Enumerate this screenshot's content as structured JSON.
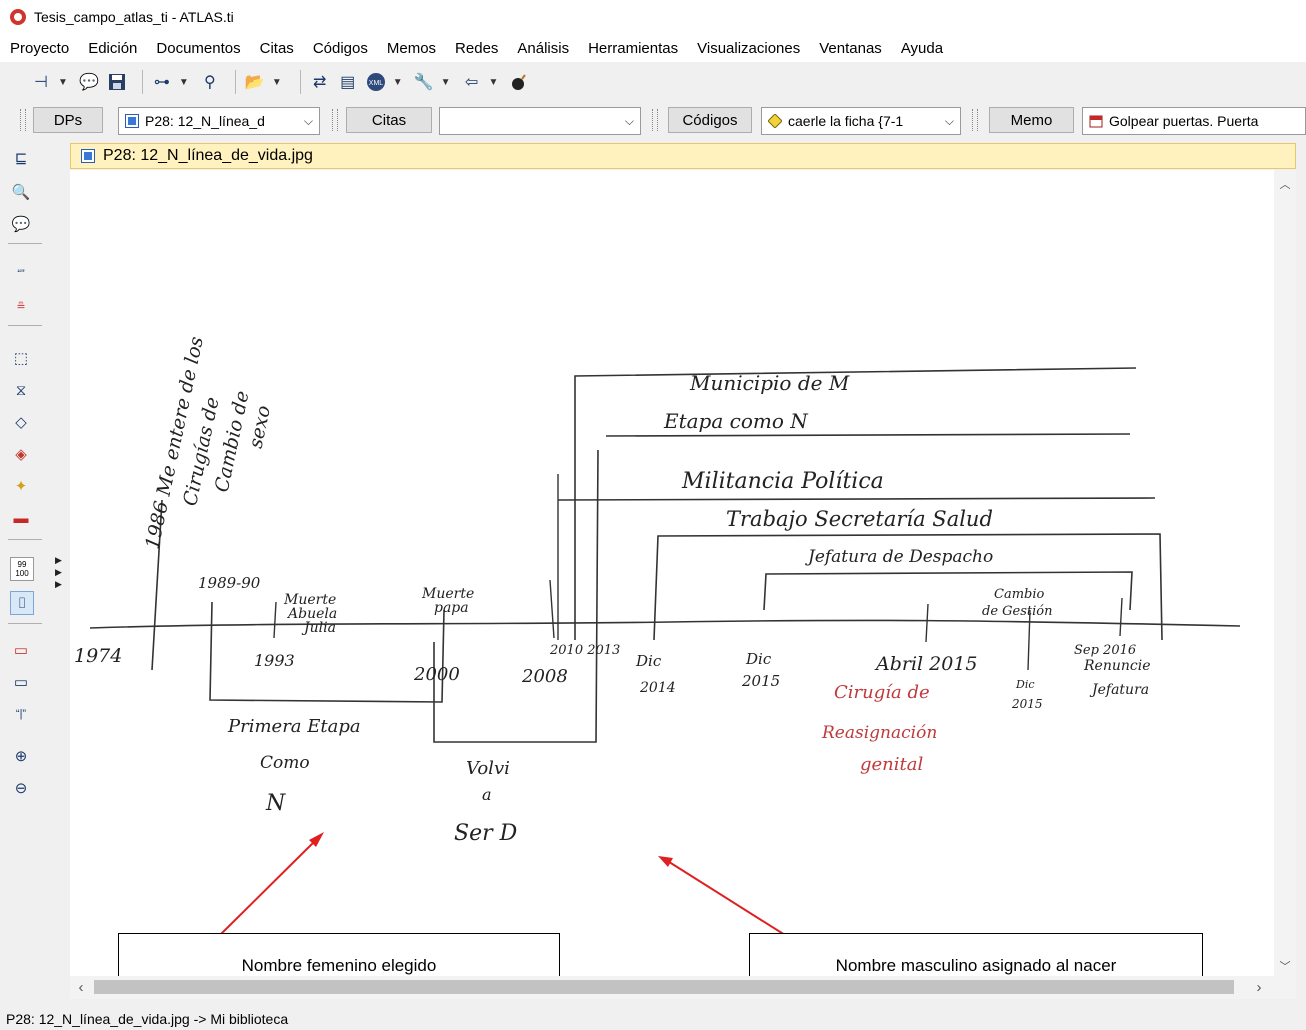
{
  "window": {
    "title": "Tesis_campo_atlas_ti - ATLAS.ti"
  },
  "menu": [
    "Proyecto",
    "Edición",
    "Documentos",
    "Citas",
    "Códigos",
    "Memos",
    "Redes",
    "Análisis",
    "Herramientas",
    "Visualizaciones",
    "Ventanas",
    "Ayuda"
  ],
  "toolbar2": {
    "dps_label": "DPs",
    "doc_combo": "P28: 12_N_línea_d",
    "citas_label": "Citas",
    "citas_combo": "",
    "codigos_label": "Códigos",
    "codigos_combo": "caerle la ficha {7-1",
    "memo_label": "Memo",
    "memo_combo": "Golpear puertas. Puerta"
  },
  "left_toolbar": {
    "counter_badge": "99\n100"
  },
  "document": {
    "title": "P28: 12_N_línea_de_vida.jpg",
    "handwriting": {
      "vertical_note": [
        "1986 Me entere de los",
        "Cirugías de",
        "Cambio de",
        "sexo"
      ],
      "municipio": "Municipio de M",
      "etapa": "Etapa como N",
      "militancia": "Militancia Política",
      "trabajo": "Trabajo Secretaría Salud",
      "jefatura": "Jefatura de Despacho",
      "cambio_gestion": [
        "Cambio",
        "de Gestión"
      ],
      "start_year": "1974",
      "y1989": "1989-90",
      "muerte_abuela": [
        "Muerte",
        "Abuela",
        "Julia"
      ],
      "y1993": "1993",
      "muerte_papa": [
        "Muerte",
        "papa"
      ],
      "y2000": "2000",
      "y2008": "2008",
      "y2010_2013": "2010 2013",
      "dic2014": [
        "Dic",
        "2014"
      ],
      "dic2015a": [
        "Dic",
        "2015"
      ],
      "abril2015": "Abril 2015",
      "dic2015b": [
        "Dic",
        "2015"
      ],
      "sep2016": "Sep 2016",
      "renuncia": [
        "Renuncie",
        "Jefatura"
      ],
      "primera_etapa": [
        "Primera Etapa",
        "Como",
        "N"
      ],
      "volvi": [
        "Volvi",
        "a",
        "Ser D"
      ],
      "cirugia": [
        "Cirugía de",
        "Reasignación",
        "genital"
      ]
    },
    "callouts": {
      "femenino": "Nombre femenino elegido",
      "masculino": "Nombre masculino asignado al nacer"
    }
  },
  "status": "P28: 12_N_línea_de_vida.jpg ->  Mi biblioteca",
  "colors": {
    "doc_header_bg": "#fff2bf",
    "handwriting_red": "#c0393b",
    "arrow_red": "#e02020"
  }
}
